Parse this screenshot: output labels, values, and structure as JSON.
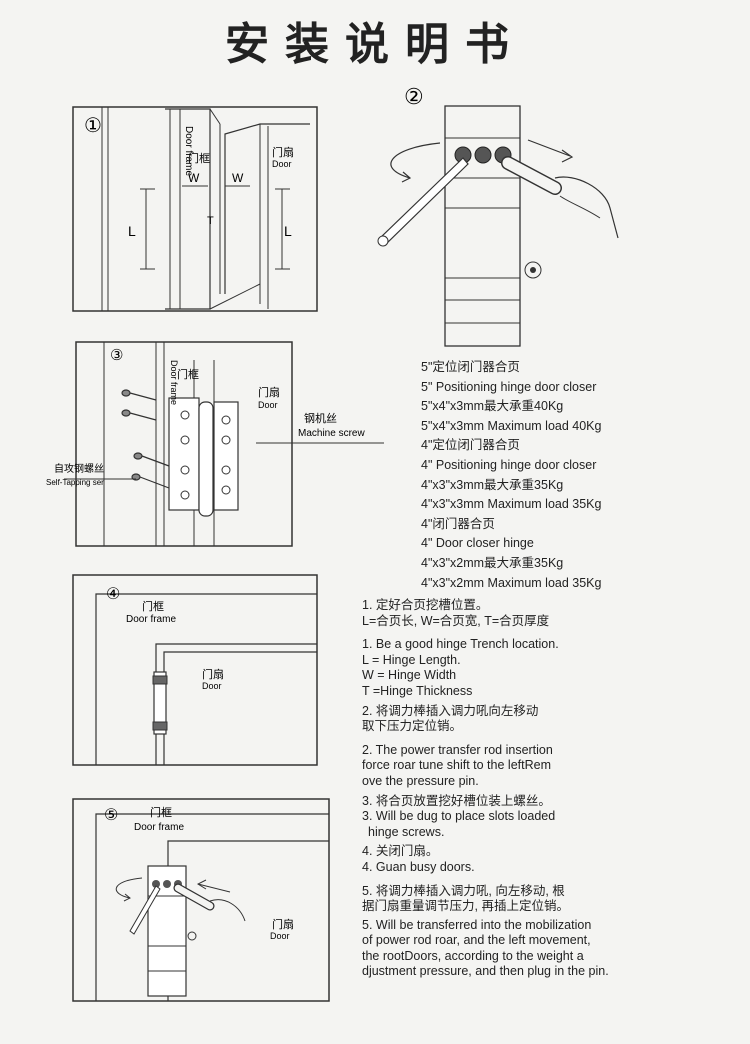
{
  "title": "安装说明书",
  "fig1": {
    "num": "①",
    "door_frame_cn": "门框",
    "door_frame_en": "Door frame",
    "door_cn": "门扇",
    "door_en": "Door",
    "w": "W",
    "t": "T",
    "l": "L"
  },
  "fig2": {
    "num": "②"
  },
  "fig3": {
    "num": "③",
    "door_frame_cn": "门框",
    "door_frame_en": "Door frame",
    "door_cn": "门扇",
    "door_en": "Door",
    "machine_screw_cn": "钢机丝",
    "machine_screw_en": "Machine screw",
    "self_tapping_cn": "自攻钢螺丝",
    "self_tapping_en": "Self-Tapping ser"
  },
  "fig4": {
    "num": "④",
    "door_frame_cn": "门框",
    "door_frame_en": "Door frame",
    "door_cn": "门扇",
    "door_en": "Door"
  },
  "fig5": {
    "num": "⑤",
    "door_frame_cn": "门框",
    "door_frame_en": "Door frame",
    "door_cn": "门扇",
    "door_en": "Door"
  },
  "specs": [
    "5\"定位闭门器合页",
    "5\" Positioning hinge door closer",
    "5\"x4\"x3mm最大承重40Kg",
    "5\"x4\"x3mm Maximum load 40Kg",
    "4\"定位闭门器合页",
    "4\" Positioning hinge door closer",
    "4\"x3\"x3mm最大承重35Kg",
    "4\"x3\"x3mm Maximum load 35Kg",
    "4\"闭门器合页",
    "4\" Door closer hinge",
    "4\"x3\"x2mm最大承重35Kg",
    "4\"x3\"x2mm Maximum load 35Kg"
  ],
  "steps": {
    "s1_cn1": "1. 定好合页挖槽位置。",
    "s1_cn2": "L=合页长, W=合页宽, T=合页厚度",
    "s1_en1": "1. Be a good hinge Trench location.",
    "s1_en2": "L = Hinge Length.",
    "s1_en3": "W = Hinge Width",
    "s1_en4": "T =Hinge Thickness",
    "s2_cn1": "2. 将调力棒插入调力吼向左移动",
    "s2_cn2": "取下压力定位销。",
    "s2_en1": "2. The power transfer rod insertion",
    "s2_en2": "force roar tune shift to the leftRem",
    "s2_en3": "ove the pressure pin.",
    "s3_cn": "3. 将合页放置挖好槽位装上螺丝。",
    "s3_en1": "3. Will be dug to place slots loaded",
    "s3_en2": "hinge screws.",
    "s4_cn": "4. 关闭门扇。",
    "s4_en": "4. Guan busy doors.",
    "s5_cn1": "5. 将调力棒插入调力吼, 向左移动, 根",
    "s5_cn2": "据门扇重量调节压力, 再插上定位销。",
    "s5_en1": "5. Will be transferred into the mobilization",
    "s5_en2": "of power rod roar, and the left movement,",
    "s5_en3": "the rootDoors, according to the weight a",
    "s5_en4": "djustment pressure, and then plug in the pin."
  }
}
